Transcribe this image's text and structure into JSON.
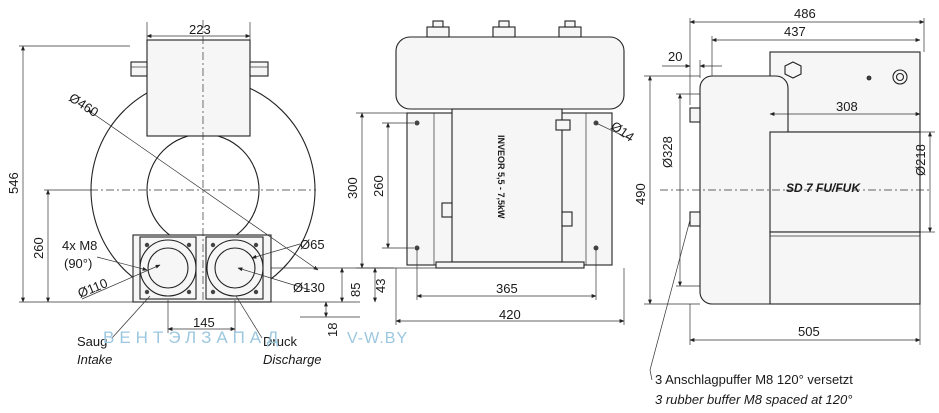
{
  "watermark": {
    "brand": "ВЕНТЭЛЗАПАД",
    "site": "V-W.BY"
  },
  "front_view": {
    "dim_width_top": "223",
    "dim_height_total": "546",
    "dim_height_axis": "260",
    "dim_diameter_housing": "Ø460",
    "dim_diameter_port_outer": "Ø65",
    "dim_diameter_flange": "Ø110",
    "dim_diameter_bolt": "Ø130",
    "dim_port_spacing": "145",
    "dim_base_85": "85",
    "dim_base_43": "43",
    "dim_base_18": "18",
    "label_bolts_line1": "4x M8",
    "label_bolts_line2": "(90°)",
    "label_suction_de": "Saug",
    "label_suction_en": "Intake",
    "label_pressure_de": "Druck",
    "label_pressure_en": "Discharge"
  },
  "side_view": {
    "dim_height_300": "300",
    "dim_height_260": "260",
    "dim_hole": "Ø14",
    "dim_width_365": "365",
    "dim_width_420": "420",
    "nameplate": "INVEOR 5,5 - 7,5kW"
  },
  "right_view": {
    "dim_486": "486",
    "dim_437": "437",
    "dim_20": "20",
    "dim_308": "308",
    "dim_328": "Ø328",
    "dim_218": "Ø218",
    "dim_490": "490",
    "dim_505": "505",
    "model_label": "SD 7 FU/FUK",
    "note_de": "3 Anschlagpuffer M8 120° versetzt",
    "note_en": "3 rubber buffer M8 spaced at 120°"
  }
}
